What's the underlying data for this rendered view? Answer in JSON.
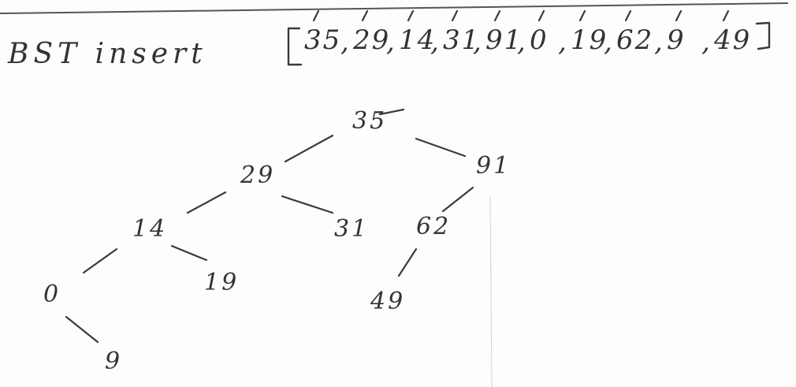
{
  "header": {
    "title": "BST insert",
    "sequence": [
      "35",
      "29",
      "14",
      "31",
      "91",
      "0",
      "19",
      "62",
      "9",
      "49"
    ]
  },
  "tree": {
    "nodes": {
      "n35": "35",
      "n29": "29",
      "n91": "91",
      "n14": "14",
      "n31": "31",
      "n62": "62",
      "n0": "0",
      "n19": "19",
      "n49": "49",
      "n9": "9"
    },
    "edges": [
      [
        "35",
        "29"
      ],
      [
        "35",
        "91"
      ],
      [
        "29",
        "14"
      ],
      [
        "29",
        "31"
      ],
      [
        "91",
        "62"
      ],
      [
        "14",
        "0"
      ],
      [
        "14",
        "19"
      ],
      [
        "62",
        "49"
      ],
      [
        "0",
        "9"
      ]
    ]
  }
}
